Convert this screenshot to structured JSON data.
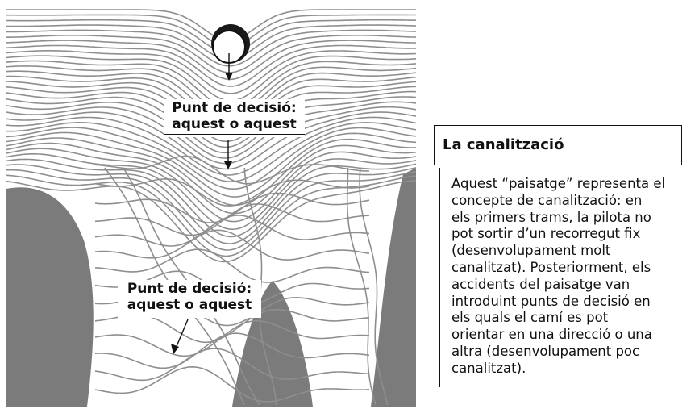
{
  "figure": {
    "callouts": [
      {
        "line1": "Punt de decisió:",
        "line2": "aquest o aquest"
      },
      {
        "line1": "Punt de decisió:",
        "line2": "aquest o aquest"
      }
    ]
  },
  "info": {
    "title": "La canalització",
    "body_lines": [
      "Aquest “paisatge” representa el",
      "concepte de canalització: en",
      "els primers trams, la pilota no",
      "pot sortir d’un recorregut fix",
      "(desenvolupament molt",
      "canalitzat). Posteriorment, els",
      "accidents del paisatge van",
      "introduint punts de decisió en",
      "els quals el camí es pot",
      "orientar en una direcció o una",
      "altra (desenvolupament poc",
      "canalitzat)."
    ]
  },
  "colors": {
    "contour": "#8e8e8e",
    "dark_region": "#7b7b7b",
    "ink": "#111111",
    "ball_shadow": "#1a1a1a"
  },
  "icons": [
    "ball-icon",
    "arrow-down-icon"
  ]
}
